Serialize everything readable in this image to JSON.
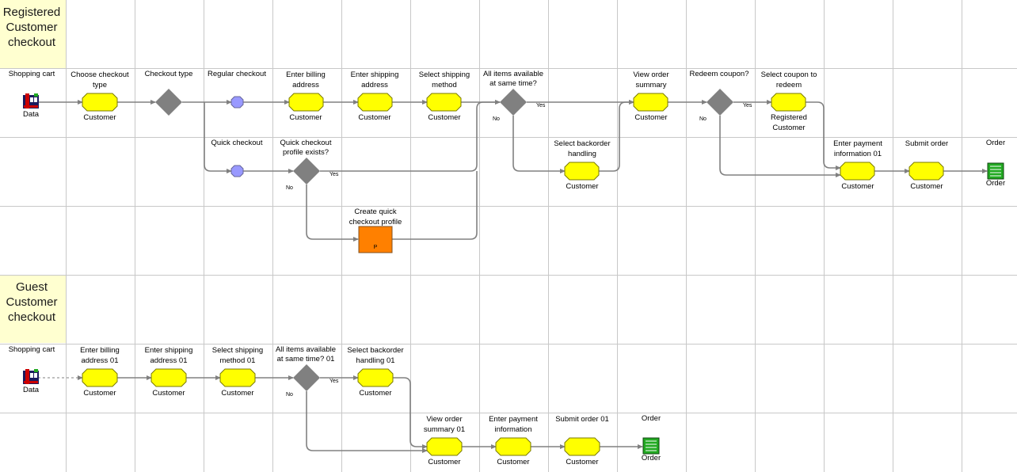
{
  "lanes": [
    {
      "title_lines": [
        "Registered",
        "Customer",
        "checkout"
      ]
    },
    {
      "title_lines": [
        "Guest",
        "Customer",
        "checkout"
      ]
    }
  ],
  "colors": {
    "task_fill": "#ffff00",
    "task_stroke": "#7a7a00",
    "special_task_fill": "#ff8000",
    "gateway_fill": "#808080",
    "event_fill": "#9999ff",
    "lane_header_fill": "#ffffd0",
    "grid": "#c8c8c8",
    "connector": "#808080"
  },
  "registered": {
    "shopping_cart": {
      "label": "Shopping cart",
      "caption": "Data",
      "icon": "data-store-icon"
    },
    "choose_checkout_type": {
      "label_lines": [
        "Choose checkout",
        "type"
      ],
      "role": "Customer"
    },
    "checkout_type": {
      "label": "Checkout type"
    },
    "regular_checkout": {
      "label": "Regular checkout"
    },
    "quick_checkout": {
      "label": "Quick checkout"
    },
    "enter_billing": {
      "label_lines": [
        "Enter billing",
        "address"
      ],
      "role": "Customer"
    },
    "enter_shipping": {
      "label_lines": [
        "Enter shipping",
        "address"
      ],
      "role": "Customer"
    },
    "select_shipping": {
      "label_lines": [
        "Select shipping",
        "method"
      ],
      "role": "Customer"
    },
    "quick_profile_exists": {
      "label_lines": [
        "Quick checkout",
        "profile exists?"
      ],
      "yes": "Yes",
      "no": "No"
    },
    "create_quick_profile": {
      "label_lines": [
        "Create quick",
        "checkout profile"
      ],
      "marker": "P"
    },
    "all_items_available": {
      "label_lines": [
        "All items available",
        "at same time?"
      ],
      "yes": "Yes",
      "no": "No"
    },
    "select_backorder": {
      "label_lines": [
        "Select backorder",
        "handling"
      ],
      "role": "Customer"
    },
    "view_order_summary": {
      "label_lines": [
        "View order",
        "summary"
      ],
      "role": "Customer"
    },
    "redeem_coupon": {
      "label": "Redeem coupon?",
      "yes": "Yes",
      "no": "No"
    },
    "select_coupon": {
      "label_lines": [
        "Select coupon to",
        "redeem"
      ],
      "role_lines": [
        "Registered",
        "Customer"
      ]
    },
    "enter_payment": {
      "label_lines": [
        "Enter payment",
        "information 01"
      ],
      "role": "Customer"
    },
    "submit_order": {
      "label": "Submit order",
      "role": "Customer"
    },
    "order": {
      "label": "Order",
      "caption": "Order",
      "icon": "order-document-icon"
    }
  },
  "guest": {
    "shopping_cart": {
      "label": "Shopping cart",
      "caption": "Data",
      "icon": "data-store-icon"
    },
    "enter_billing": {
      "label_lines": [
        "Enter billing",
        "address 01"
      ],
      "role": "Customer"
    },
    "enter_shipping": {
      "label_lines": [
        "Enter shipping",
        "address 01"
      ],
      "role": "Customer"
    },
    "select_shipping": {
      "label_lines": [
        "Select shipping",
        "method 01"
      ],
      "role": "Customer"
    },
    "all_items_available": {
      "label_lines": [
        "All items available",
        "at same time? 01"
      ],
      "yes": "Yes",
      "no": "No"
    },
    "select_backorder": {
      "label_lines": [
        "Select backorder",
        "handling 01"
      ],
      "role": "Customer"
    },
    "view_order_summary": {
      "label_lines": [
        "View order",
        "summary 01"
      ],
      "role": "Customer"
    },
    "enter_payment": {
      "label_lines": [
        "Enter payment",
        "information"
      ],
      "role": "Customer"
    },
    "submit_order": {
      "label": "Submit order 01",
      "role": "Customer"
    },
    "order": {
      "label": "Order",
      "caption": "Order",
      "icon": "order-document-icon"
    }
  }
}
